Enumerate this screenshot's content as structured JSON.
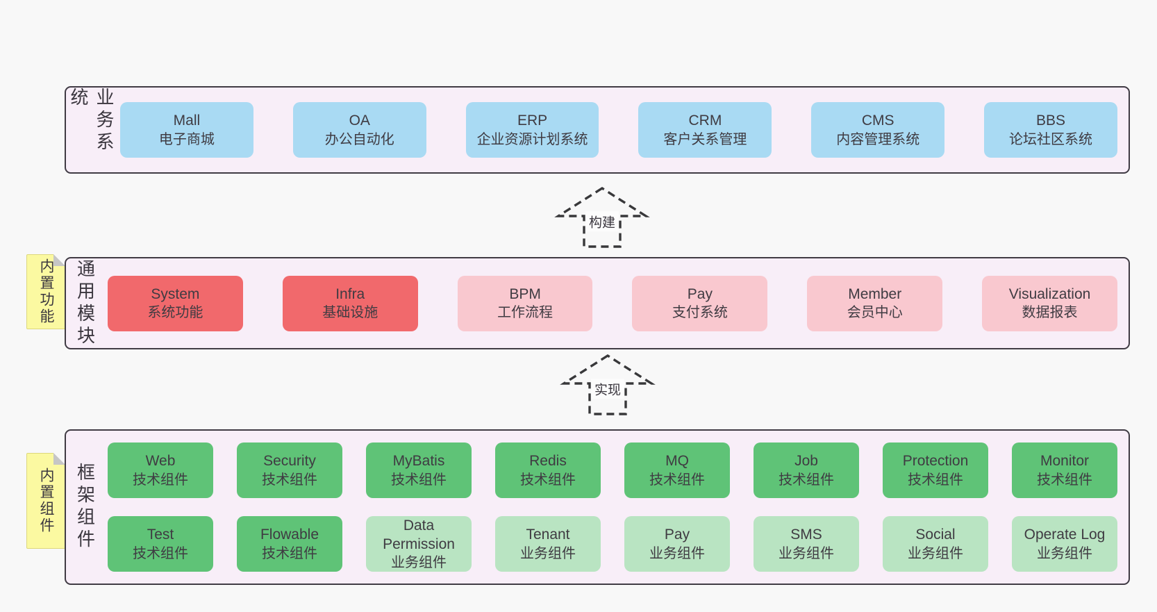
{
  "canvas": {
    "background": "#f8f8f8"
  },
  "colors": {
    "container_fill": "#f8eef8",
    "container_border": "#403b44",
    "blue": "#a9daf3",
    "red": "#f1696c",
    "pink": "#f9c8cf",
    "green": "#5fc377",
    "light_green": "#b9e4c2",
    "note_yellow": "#fbf9a1",
    "arrow_stroke": "#38383a",
    "text": "#3f3b42"
  },
  "arrows": [
    {
      "label": "构建",
      "direction": "up"
    },
    {
      "label": "实现",
      "direction": "up"
    }
  ],
  "notes": [
    {
      "label": "内置功能"
    },
    {
      "label": "内置组件"
    }
  ],
  "layers": [
    {
      "title": "业务系统",
      "rows": [
        [
          {
            "en": "Mall",
            "zh": "电子商城",
            "type": "blue"
          },
          {
            "en": "OA",
            "zh": "办公自动化",
            "type": "blue"
          },
          {
            "en": "ERP",
            "zh": "企业资源计划系统",
            "type": "blue"
          },
          {
            "en": "CRM",
            "zh": "客户关系管理",
            "type": "blue"
          },
          {
            "en": "CMS",
            "zh": "内容管理系统",
            "type": "blue"
          },
          {
            "en": "BBS",
            "zh": "论坛社区系统",
            "type": "blue"
          }
        ]
      ]
    },
    {
      "title": "通用模块",
      "rows": [
        [
          {
            "en": "System",
            "zh": "系统功能",
            "type": "red"
          },
          {
            "en": "Infra",
            "zh": "基础设施",
            "type": "red"
          },
          {
            "en": "BPM",
            "zh": "工作流程",
            "type": "pink"
          },
          {
            "en": "Pay",
            "zh": "支付系统",
            "type": "pink"
          },
          {
            "en": "Member",
            "zh": "会员中心",
            "type": "pink"
          },
          {
            "en": "Visualization",
            "zh": "数据报表",
            "type": "pink"
          }
        ]
      ]
    },
    {
      "title": "框架组件",
      "rows": [
        [
          {
            "en": "Web",
            "zh": "技术组件",
            "type": "green"
          },
          {
            "en": "Security",
            "zh": "技术组件",
            "type": "green"
          },
          {
            "en": "MyBatis",
            "zh": "技术组件",
            "type": "green"
          },
          {
            "en": "Redis",
            "zh": "技术组件",
            "type": "green"
          },
          {
            "en": "MQ",
            "zh": "技术组件",
            "type": "green"
          },
          {
            "en": "Job",
            "zh": "技术组件",
            "type": "green"
          },
          {
            "en": "Protection",
            "zh": "技术组件",
            "type": "green"
          },
          {
            "en": "Monitor",
            "zh": "技术组件",
            "type": "green"
          }
        ],
        [
          {
            "en": "Test",
            "zh": "技术组件",
            "type": "green"
          },
          {
            "en": "Flowable",
            "zh": "技术组件",
            "type": "green"
          },
          {
            "en": "Data Permission",
            "zh": "业务组件",
            "type": "light_green"
          },
          {
            "en": "Tenant",
            "zh": "业务组件",
            "type": "light_green"
          },
          {
            "en": "Pay",
            "zh": "业务组件",
            "type": "light_green"
          },
          {
            "en": "SMS",
            "zh": "业务组件",
            "type": "light_green"
          },
          {
            "en": "Social",
            "zh": "业务组件",
            "type": "light_green"
          },
          {
            "en": "Operate Log",
            "zh": "业务组件",
            "type": "light_green"
          }
        ]
      ]
    }
  ]
}
